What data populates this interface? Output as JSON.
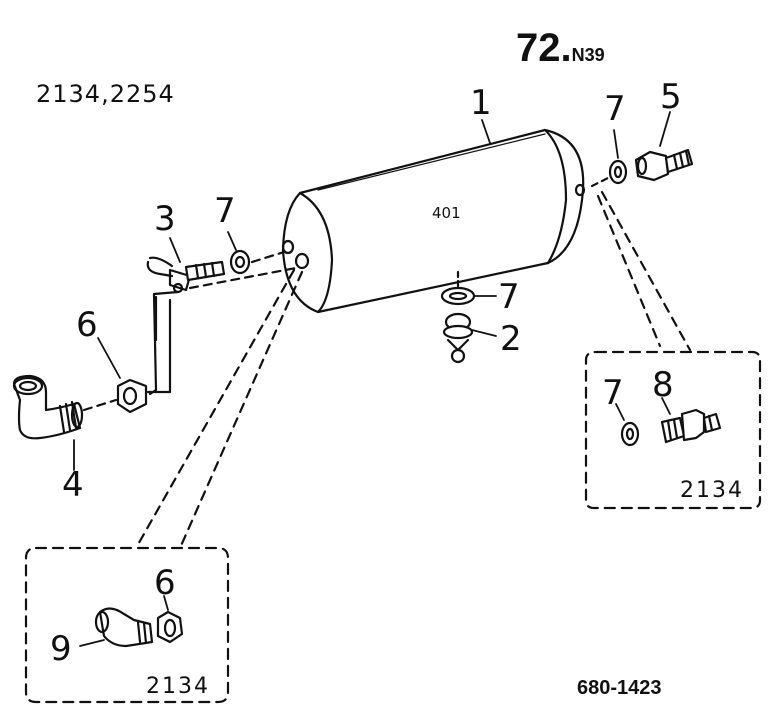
{
  "page": {
    "title_main": "72.",
    "title_sub": "N39",
    "model_codes": "2134,2254",
    "drawing_number": "680-1423"
  },
  "tank": {
    "marking": "401"
  },
  "callouts": {
    "c1": "1",
    "c2": "2",
    "c3": "3",
    "c4": "4",
    "c5": "5",
    "c6a": "6",
    "c6b": "6",
    "c7a": "7",
    "c7b": "7",
    "c7c": "7",
    "c7d": "7",
    "c8": "8",
    "c9": "9"
  },
  "insets": {
    "right_label": "2134",
    "bottom_label": "2134"
  }
}
